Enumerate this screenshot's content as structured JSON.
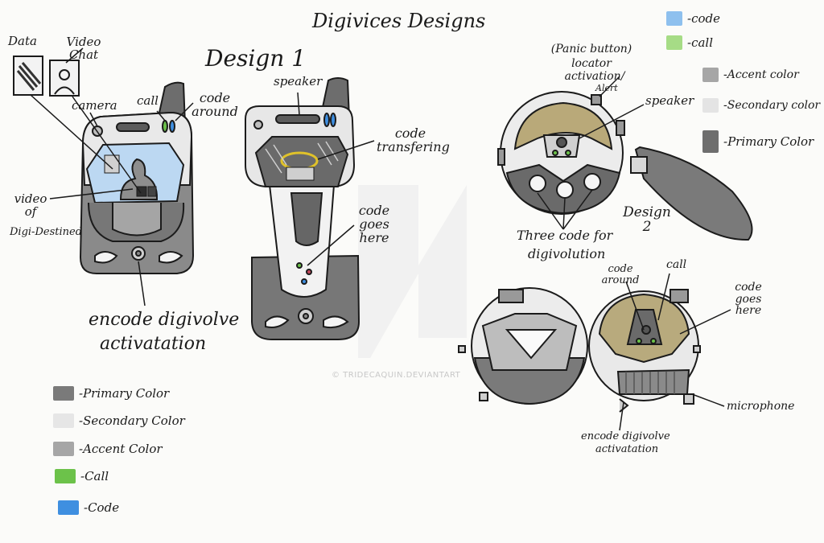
{
  "title": "Digivices Designs",
  "design1": {
    "heading": "Design 1",
    "data_label": "Data",
    "video_chat_label": "Video Chat",
    "camera_label": "camera",
    "call_label": "call",
    "code_around_label": "code around",
    "video_of_label": "video of",
    "digi_destined_label": "Digi-Destined",
    "encode_label_1": "encode digivolve",
    "encode_label_2": "activatation",
    "speaker_label": "speaker",
    "code_transfering_label": "code transfering",
    "code_goes_here_label": "code goes here"
  },
  "design2": {
    "heading": "Design 2",
    "panic_label_1": "(Panic button)",
    "panic_label_2": "locator",
    "panic_label_3": "activation/",
    "panic_label_4": "Alert",
    "speaker_label": "speaker",
    "three_code_1": "Three code for",
    "three_code_2": "digivolution",
    "code_around_label": "code around",
    "call_label": "call",
    "code_goes_here_label": "code goes here",
    "microphone_label": "microphone",
    "encode_label_1": "encode digivolve",
    "encode_label_2": "activatation"
  },
  "legend_left": [
    {
      "label": "Primary Color",
      "color": "#7a7a7a"
    },
    {
      "label": "Secondary Color",
      "color": "#e6e6e6"
    },
    {
      "label": "Accent Color",
      "color": "#a6a6a6"
    },
    {
      "label": "Call",
      "color": "#6cc24a"
    },
    {
      "label": "Code",
      "color": "#3f8fe0"
    }
  ],
  "legend_right": [
    {
      "label": "code",
      "color": "#8ec0ee"
    },
    {
      "label": "call",
      "color": "#a6dc86"
    },
    {
      "label": "Accent color",
      "color": "#a6a6a6"
    },
    {
      "label": "Secondary color",
      "color": "#e4e4e4"
    },
    {
      "label": "Primary Color",
      "color": "#6e6e6e"
    }
  ],
  "watermark": "© TRIDECAQUIN.DEVIANTART"
}
